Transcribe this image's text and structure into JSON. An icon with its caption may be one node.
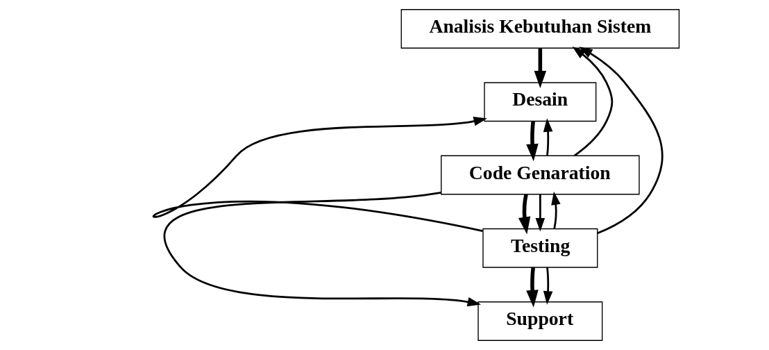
{
  "diagram": {
    "nodes": [
      {
        "text": [
          "Analisis Kebutuhan Sistem"
        ]
      },
      {
        "text": [
          "Desain"
        ]
      },
      {
        "text": [
          "Code Genaration"
        ]
      },
      {
        "text": [
          "Testing"
        ]
      },
      {
        "text": [
          "Support"
        ]
      }
    ],
    "edges": [
      {
        "from": 0,
        "to": 1,
        "arrow": "to",
        "style": "thick"
      },
      {
        "from": 1,
        "to": 2,
        "arrow": "to",
        "style": "thick"
      },
      {
        "from": 2,
        "to": 3,
        "arrow": "to",
        "style": "thick"
      },
      {
        "from": 3,
        "to": 4,
        "arrow": "to",
        "style": "thick"
      },
      {
        "from": 2,
        "to": 0,
        "arrow": "to"
      },
      {
        "from": 2,
        "to": 1,
        "arrow": "to"
      },
      {
        "from": 2,
        "to": 3,
        "arrow": "to"
      },
      {
        "from": 2,
        "to": 4,
        "arrow": "to"
      },
      {
        "from": 3,
        "to": 0,
        "arrow": "to"
      },
      {
        "from": 3,
        "to": 1,
        "arrow": "to"
      },
      {
        "from": 3,
        "to": 2,
        "arrow": "to"
      },
      {
        "from": 3,
        "to": 4,
        "arrow": "to"
      }
    ]
  }
}
